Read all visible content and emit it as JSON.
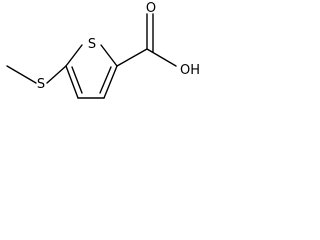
{
  "molecule": {
    "atoms": {
      "ring_sulfur": "S",
      "thioether_sulfur": "S",
      "hydroxyl": "OH",
      "carbonyl_oxygen": "O"
    }
  }
}
